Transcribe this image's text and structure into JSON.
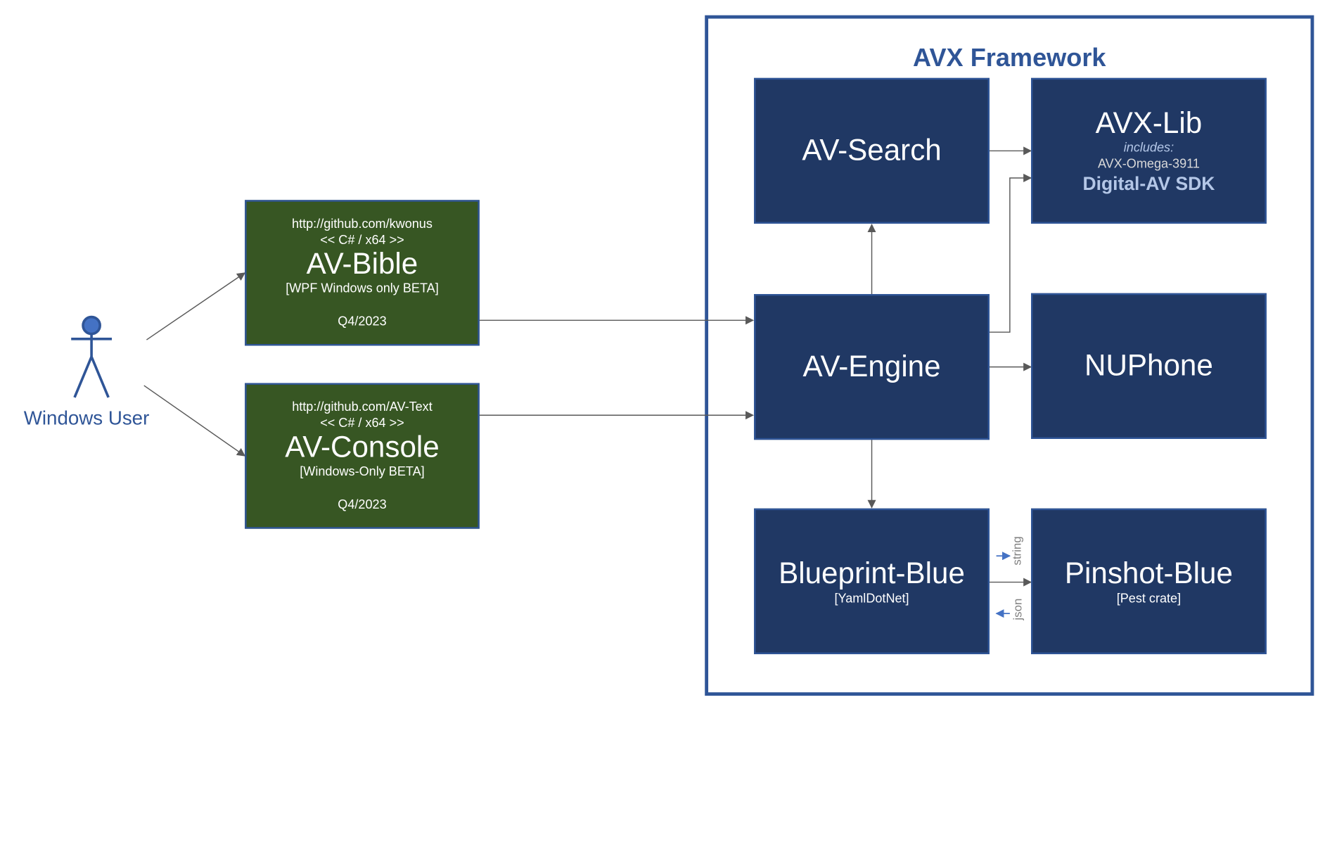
{
  "actor": {
    "label": "Windows User"
  },
  "framework": {
    "title": "AVX Framework"
  },
  "apps": [
    {
      "url": "http://github.com/kwonus",
      "lang": "<< C# / x64 >>",
      "name": "AV-Bible",
      "note": "[WPF Windows only BETA]",
      "date": "Q4/2023"
    },
    {
      "url": "http://github.com/AV-Text",
      "lang": "<< C# / x64 >>",
      "name": "AV-Console",
      "note": "[Windows-Only BETA]",
      "date": "Q4/2023"
    }
  ],
  "components": {
    "search": {
      "name": "AV-Search"
    },
    "avxlib": {
      "name": "AVX-Lib",
      "includes": "includes:",
      "omega": "AVX-Omega-3911",
      "sdk": "Digital-AV SDK"
    },
    "engine": {
      "name": "AV-Engine"
    },
    "nuphone": {
      "name": "NUPhone"
    },
    "blueprint": {
      "name": "Blueprint-Blue",
      "note": "[YamlDotNet]"
    },
    "pinshot": {
      "name": "Pinshot-Blue",
      "note": "[Pest crate]"
    }
  },
  "connectors": {
    "string_label": "string",
    "json_label": "json"
  },
  "colors": {
    "app_fill": "#375623",
    "component_fill": "#203864",
    "accent": "#2f5597",
    "sdk_text": "#b4c7e7"
  }
}
